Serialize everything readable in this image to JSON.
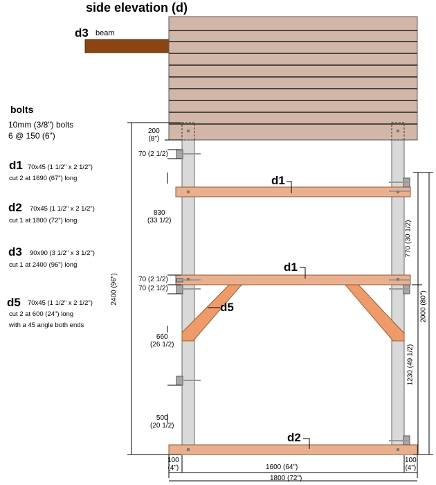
{
  "title": "side elevation (d)",
  "beam_label": {
    "code": "d3",
    "text": "beam"
  },
  "bolts": {
    "heading": "bolts",
    "line1": "10mm (3/8\") bolts",
    "line2": "6 @ 150 (6\")"
  },
  "parts": [
    {
      "code": "d1",
      "size": "70x45 (1 1/2\" x 2 1/2\")",
      "cut": "cut 2 at 1690 (67\") long"
    },
    {
      "code": "d2",
      "size": "70x45 (1 1/2\" x 2 1/2\")",
      "cut": "cut 1 at 1800 (72\") long"
    },
    {
      "code": "d3",
      "size": "90x90 (3 1/2\" x 3 1/2\")",
      "cut": "cut 1 at 2400 (96\") long"
    },
    {
      "code": "d5",
      "size": "70x45 (1 1/2\" x 2 1/2\")",
      "cut": "cut 2 at 600 (24\") long",
      "extra": "with a 45  angle both ends"
    }
  ],
  "callouts": {
    "d1_upper": "d1",
    "d1_lower": "d1",
    "d5": "d5",
    "d2": "d2"
  },
  "dims": {
    "d200a": "200",
    "d200b": "(8\")",
    "d70a": "70 (2 1/2)",
    "d830a": "830",
    "d830b": "(33 1/2)",
    "d70b": "70 (2 1/2)",
    "d70c": "70 (2 1/2)",
    "d660a": "660",
    "d660b": "(26 1/2)",
    "d500a": "500",
    "d500b": "(20 1/2)",
    "d2400": "2400 (96\")",
    "d770": "770  (30 1/2)",
    "d2000": "2000 (80\")",
    "d1230": "1230  (49 1/2)",
    "d100la": "100",
    "d100lb": "(4\")",
    "d1600": "1600  (64\")",
    "d100ra": "100",
    "d100rb": "(4\")",
    "d1800": "1800  (72\")"
  },
  "colors": {
    "deck": "#d2b7a8",
    "beam": "#8b4513",
    "timber": "#eab08e",
    "brace": "#ee9b6b",
    "post": "#d9d9d9",
    "bolt": "#a8a8a8"
  }
}
